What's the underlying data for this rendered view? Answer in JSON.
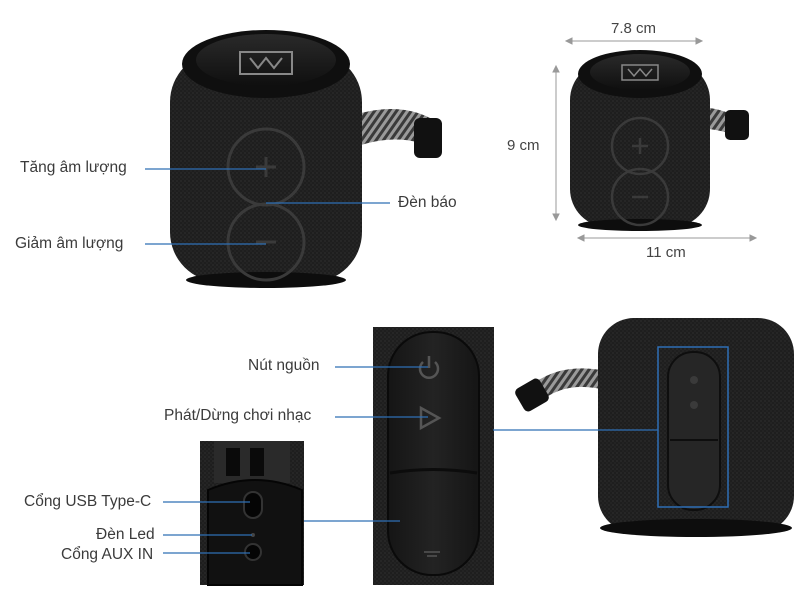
{
  "labels": {
    "vol_up": "Tăng âm lượng",
    "vol_down": "Giảm âm lượng",
    "indicator": "Đèn báo",
    "power": "Nút nguồn",
    "play_pause": "Phát/Dừng chơi nhạc",
    "usb_c": "Cổng USB Type-C",
    "led": "Đèn Led",
    "aux": "Cổng AUX IN"
  },
  "dimensions": {
    "top": "7.8 cm",
    "height": "9 cm",
    "bottom": "11 cm"
  },
  "colors": {
    "line": "#2f6fb5",
    "speaker_body": "#1c1c1c",
    "cap": "#161616"
  }
}
